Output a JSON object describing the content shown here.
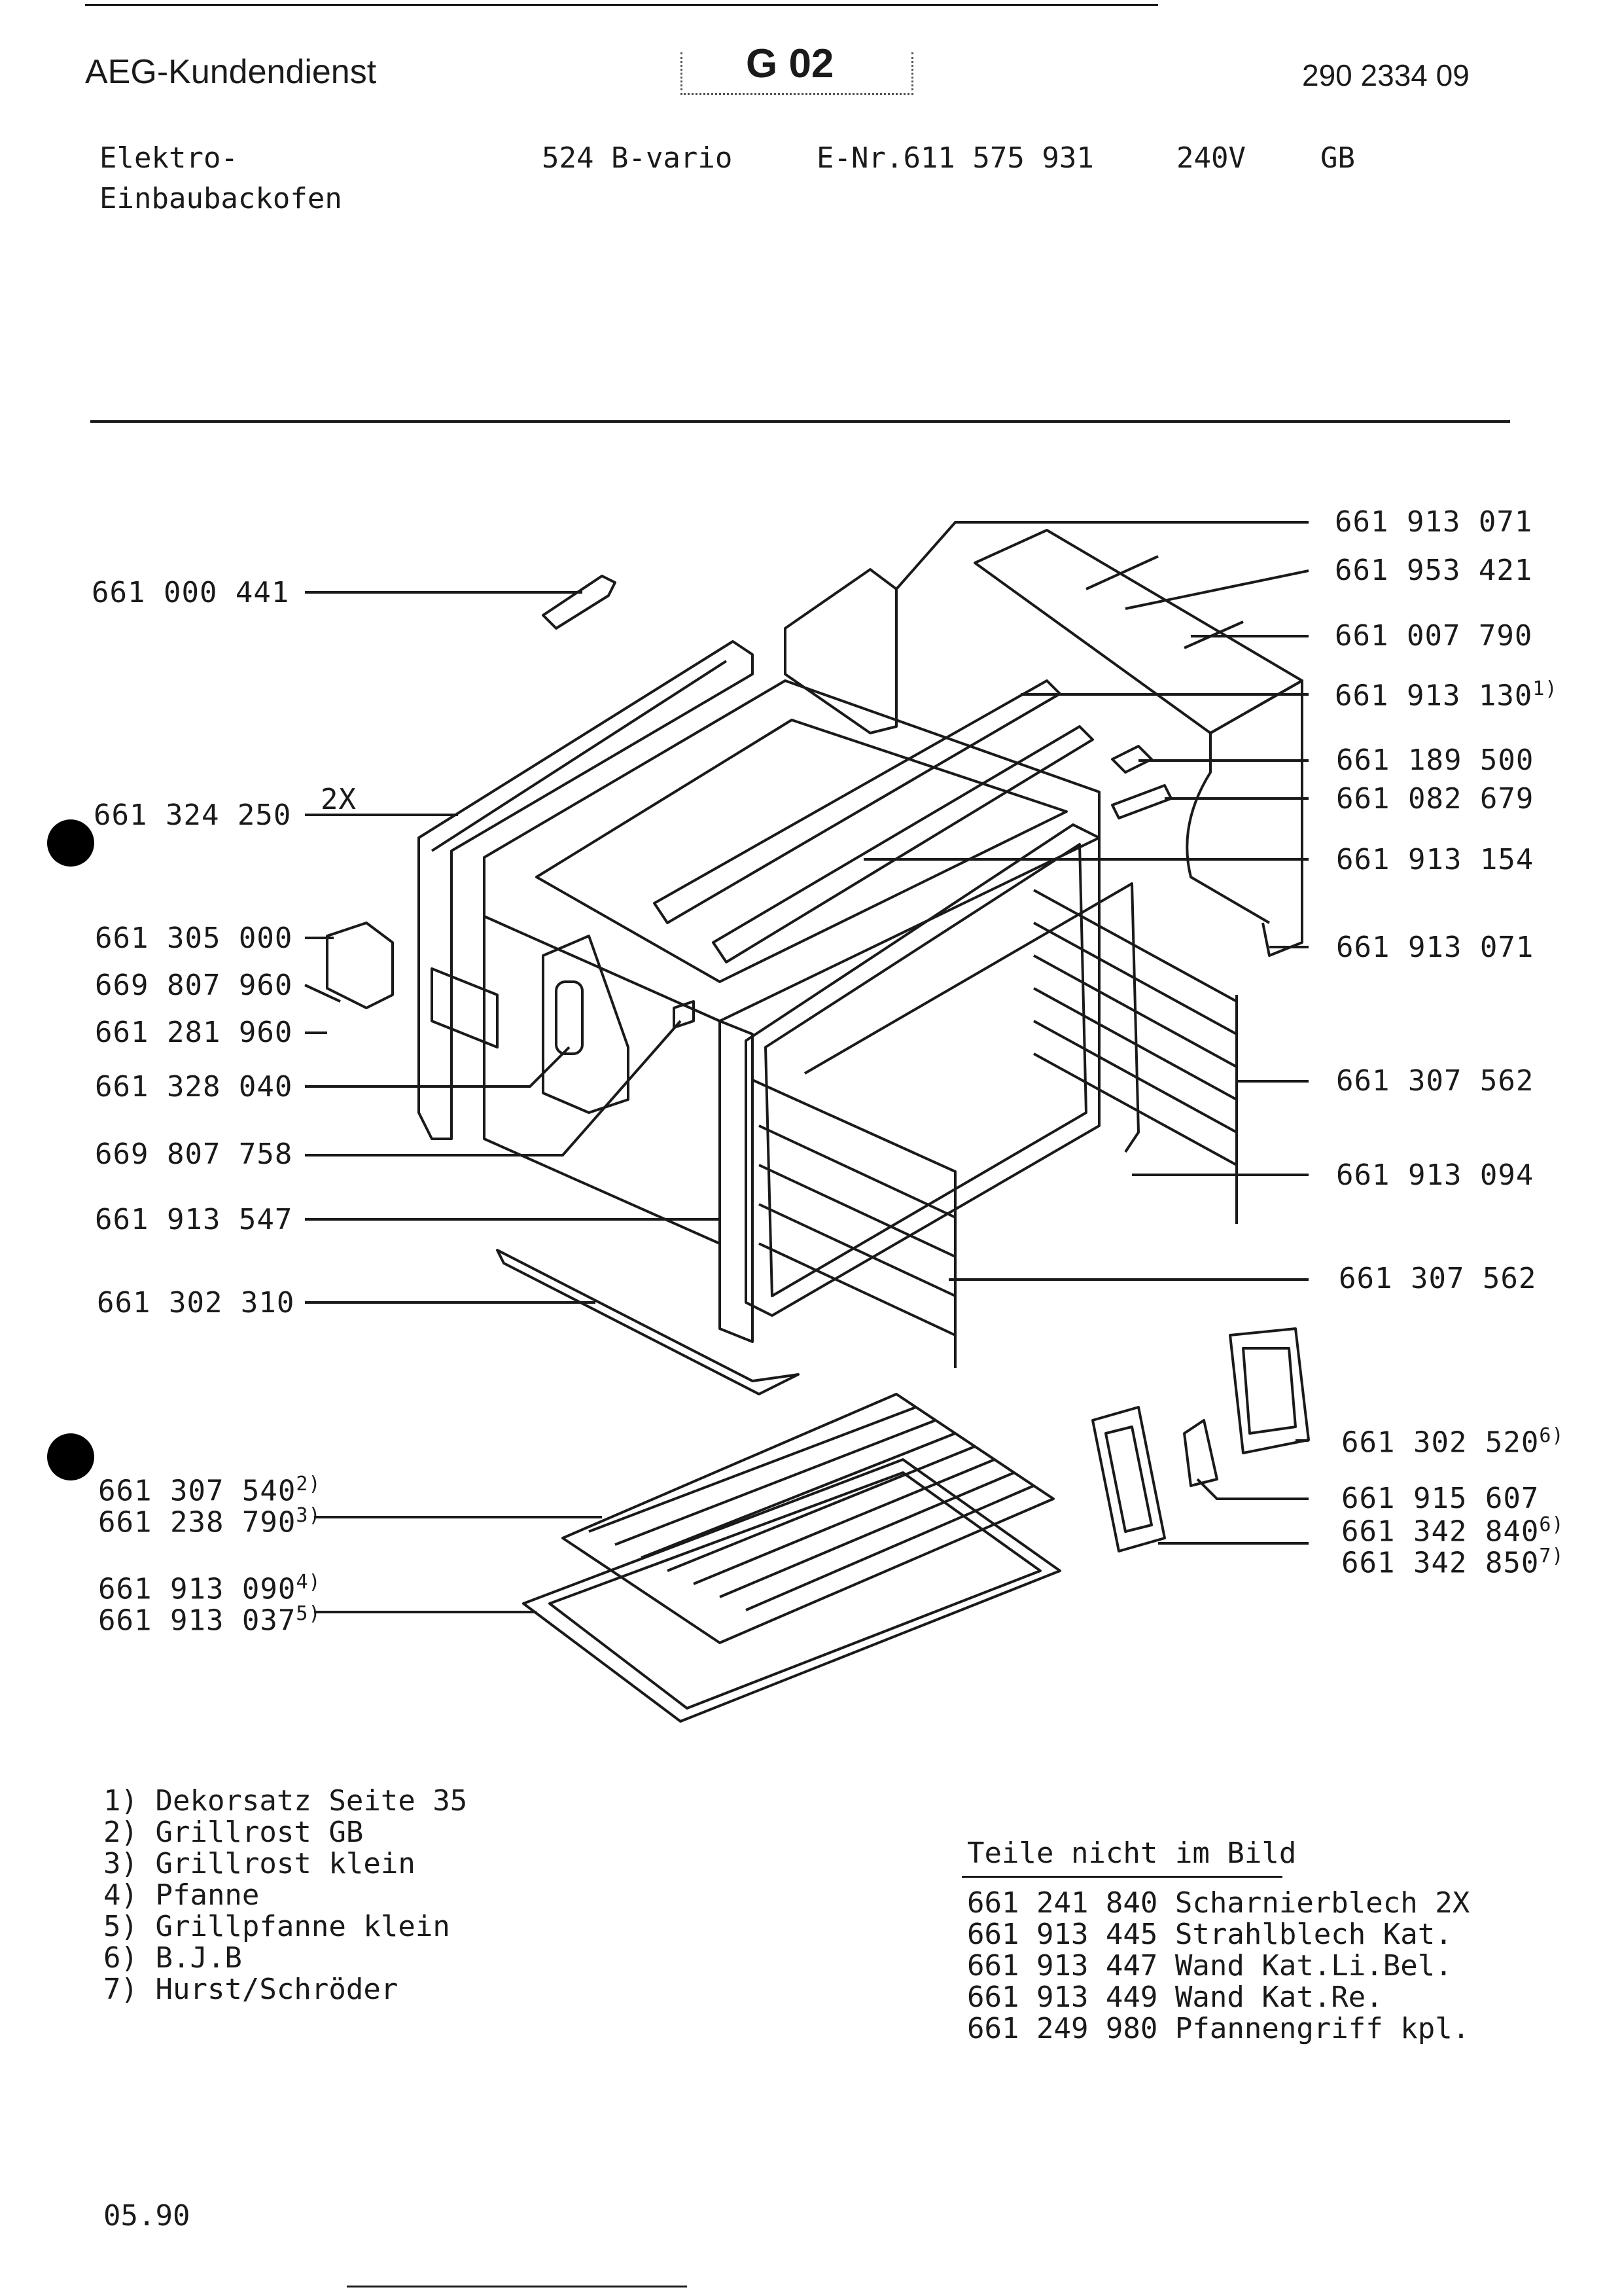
{
  "header": {
    "company": "AEG-Kundendienst",
    "group_code": "G 02",
    "doc_number": "290 2334 09"
  },
  "product": {
    "type_line1": "Elektro-",
    "type_line2": "Einbaubackofen",
    "model": "524 B-vario",
    "enr": "E-Nr.611 575 931",
    "voltage": "240V",
    "country": "GB"
  },
  "labels_left": [
    {
      "number": "661 000 441",
      "note": ""
    },
    {
      "number": "661 324 250",
      "note": ""
    },
    {
      "number": "661 305 000",
      "note": ""
    },
    {
      "number": "669 807 960",
      "note": ""
    },
    {
      "number": "661 281 960",
      "note": ""
    },
    {
      "number": "661 328 040",
      "note": ""
    },
    {
      "number": "669 807 758",
      "note": ""
    },
    {
      "number": "661 913 547",
      "note": ""
    },
    {
      "number": "661 302 310",
      "note": ""
    },
    {
      "number": "661 307 540",
      "note": "2)"
    },
    {
      "number": "661 238 790",
      "note": "3)"
    },
    {
      "number": "661 913 090",
      "note": "4)"
    },
    {
      "number": "661 913 037",
      "note": "5)"
    }
  ],
  "qty_note": "2X",
  "labels_right": [
    {
      "number": "661 913 071",
      "note": ""
    },
    {
      "number": "661 953 421",
      "note": ""
    },
    {
      "number": "661 007 790",
      "note": ""
    },
    {
      "number": "661 913 130",
      "note": "1)"
    },
    {
      "number": "661 189 500",
      "note": ""
    },
    {
      "number": "661 082 679",
      "note": ""
    },
    {
      "number": "661 913 154",
      "note": ""
    },
    {
      "number": "661 913 071",
      "note": ""
    },
    {
      "number": "661 307 562",
      "note": ""
    },
    {
      "number": "661 913 094",
      "note": ""
    },
    {
      "number": "661 307 562",
      "note": ""
    },
    {
      "number": "661 302 520",
      "note": "6)"
    },
    {
      "number": "661 915 607",
      "note": ""
    },
    {
      "number": "661 342 840",
      "note": "6)"
    },
    {
      "number": "661 342 850",
      "note": "7)"
    }
  ],
  "footnotes": [
    "1) Dekorsatz Seite 35",
    "2) Grillrost GB",
    "3) Grillrost klein",
    "4) Pfanne",
    "5) Grillpfanne klein",
    "6) B.J.B",
    "7) Hurst/Schröder"
  ],
  "not_shown": {
    "heading": "Teile nicht im Bild",
    "items": [
      "661 241 840 Scharnierblech 2X",
      "661 913 445 Strahlblech Kat.",
      "661 913 447 Wand Kat.Li.Bel.",
      "661 913 449 Wand Kat.Re.",
      "661 249 980 Pfannengriff kpl."
    ]
  },
  "date_code": "05.90",
  "icons": [
    "punch-hole-icon",
    "punch-hole-icon"
  ]
}
